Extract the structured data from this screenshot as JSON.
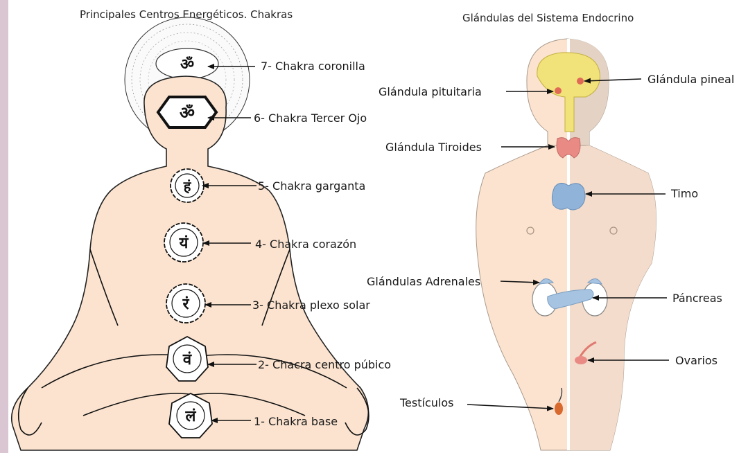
{
  "titles": {
    "left": "Principales Centros Energéticos. Chakras",
    "right": "Glándulas del Sistema Endocrino"
  },
  "chakras": [
    {
      "label": "7- Chakra coronilla",
      "symbol": "ॐ"
    },
    {
      "label": "6- Chakra Tercer Ojo",
      "symbol": "ॐ"
    },
    {
      "label": "5- Chakra garganta",
      "symbol": "हं"
    },
    {
      "label": "4- Chakra corazón",
      "symbol": "यं"
    },
    {
      "label": "3- Chakra plexo solar",
      "symbol": "रं"
    },
    {
      "label": "2- Chacra centro púbico",
      "symbol": "वं"
    },
    {
      "label": "1- Chakra base",
      "symbol": "लं"
    }
  ],
  "glands": {
    "pineal": "Glándula pineal",
    "pituitaria": "Glándula pituitaria",
    "tiroides": "Glándula Tiroides",
    "timo": "Timo",
    "adrenales": "Glándulas Adrenales",
    "pancreas": "Páncreas",
    "ovarios": "Ovarios",
    "testiculos": "Testículos"
  },
  "colors": {
    "background": "#d9c6d2",
    "panel": "#ffffff",
    "skin": "#fbe3cf",
    "brain": "#f2e27a",
    "thyroid": "#e98b84",
    "thymus": "#8fb3d9",
    "adrenal": "#a6c4e2"
  }
}
